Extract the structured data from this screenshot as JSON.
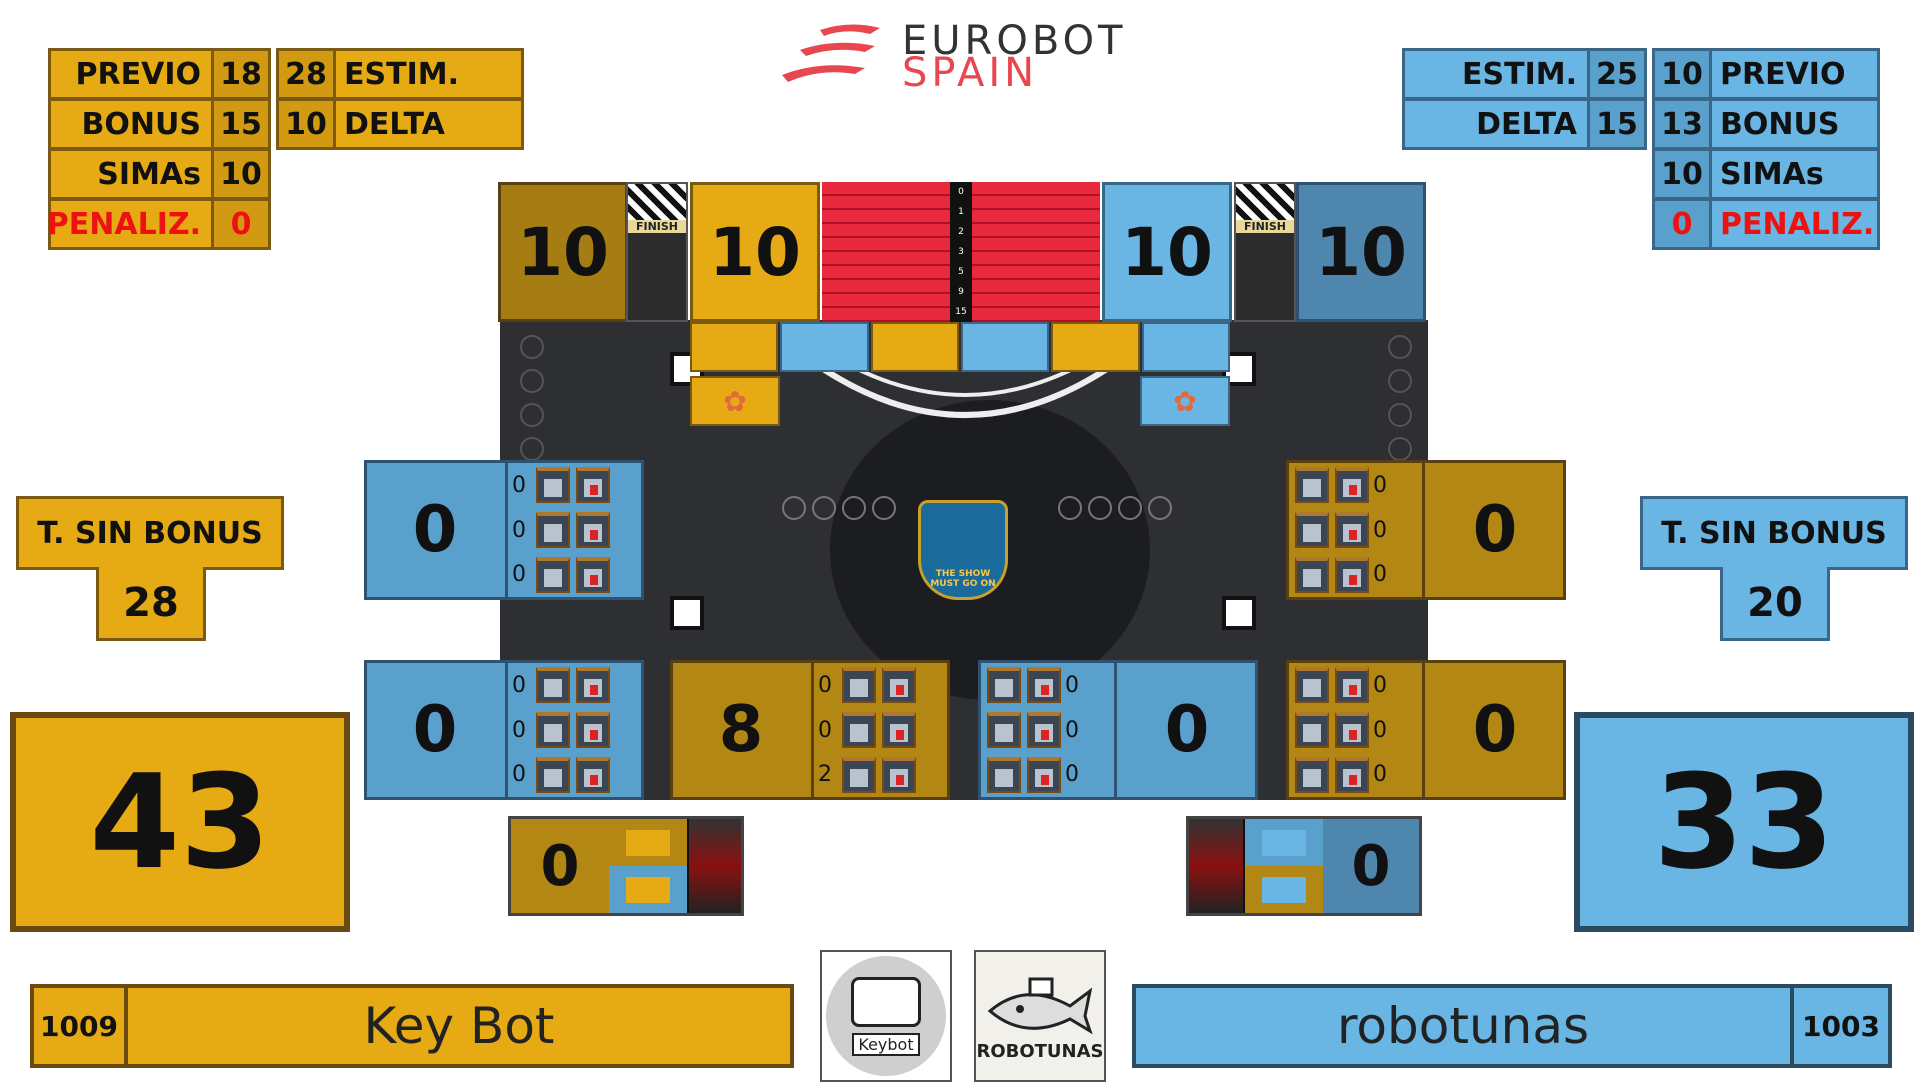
{
  "logo": {
    "line1": "EUROBOT",
    "line2": "SPAIN"
  },
  "left_panel": {
    "previo_label": "PREVIO",
    "previo_value": "18",
    "estim_value": "28",
    "estim_label": "ESTIM.",
    "bonus_label": "BONUS",
    "bonus_value": "15",
    "delta_value": "10",
    "delta_label": "DELTA",
    "simas_label": "SIMAs",
    "simas_value": "10",
    "penal_label": "PENALIZ.",
    "penal_value": "0"
  },
  "right_panel": {
    "estim_label": "ESTIM.",
    "estim_value": "25",
    "previo_value": "10",
    "previo_label": "PREVIO",
    "delta_label": "DELTA",
    "delta_value": "15",
    "bonus_value": "13",
    "bonus_label": "BONUS",
    "simas_value": "10",
    "simas_label": "SIMAs",
    "penal_value": "0",
    "penal_label": "PENALIZ."
  },
  "top_scores": {
    "yellow_finish": "10",
    "yellow_main": "10",
    "blue_main": "10",
    "blue_finish": "10"
  },
  "finish_label": "FINISH",
  "tick_labels": [
    "0",
    "1",
    "2",
    "3",
    "5",
    "9",
    "15"
  ],
  "sin_bonus": {
    "label": "T. SIN BONUS",
    "yellow_value": "28",
    "blue_value": "20"
  },
  "totals": {
    "yellow": "43",
    "blue": "33"
  },
  "zones": {
    "left_top": {
      "value": "0",
      "counts": [
        "0",
        "0",
        "0"
      ]
    },
    "left_bottom": {
      "value": "0",
      "counts": [
        "0",
        "0",
        "0"
      ]
    },
    "center_yellow": {
      "value": "8",
      "counts": [
        "0",
        "0",
        "2"
      ]
    },
    "center_blue": {
      "value": "0",
      "counts": [
        "0",
        "0",
        "0"
      ]
    },
    "right_top": {
      "value": "0",
      "counts": [
        "0",
        "0",
        "0"
      ]
    },
    "right_bottom": {
      "value": "0",
      "counts": [
        "0",
        "0",
        "0"
      ]
    }
  },
  "backstage": {
    "yellow": "0",
    "blue": "0"
  },
  "center_badge": "THE SHOW MUST GO ON",
  "teams": {
    "yellow": {
      "id": "1009",
      "name": "Key Bot",
      "logo_text": "Keybot"
    },
    "blue": {
      "id": "1003",
      "name": "robotunas",
      "logo_text": "ROBOTUNAS"
    }
  },
  "colors": {
    "yellow": "#e6ab14",
    "blue": "#69b5e3",
    "red": "#ee1111"
  }
}
